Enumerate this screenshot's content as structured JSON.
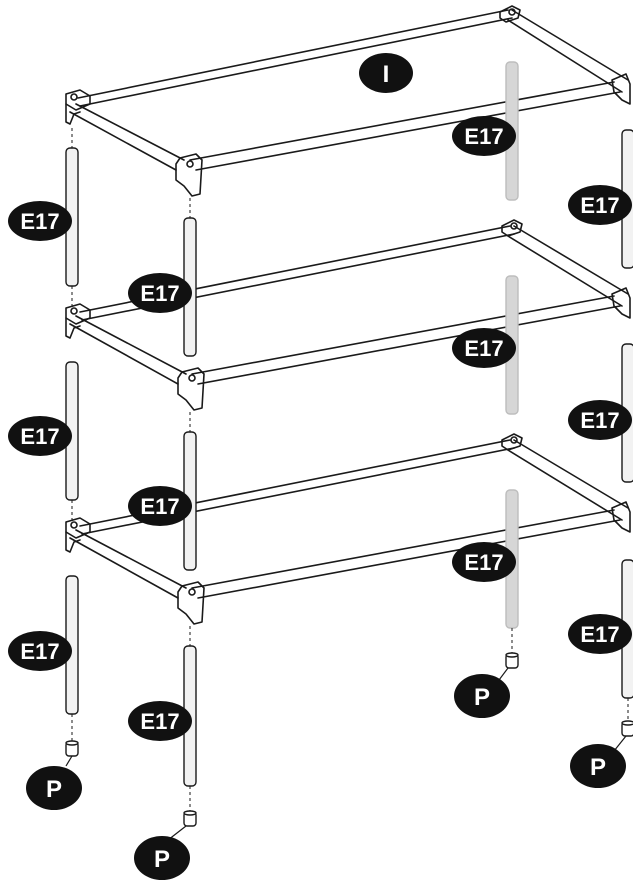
{
  "labels": {
    "frame_top": "I",
    "pole": "E17",
    "foot": "P"
  },
  "colors": {
    "line": "#1a1a1a",
    "badge": "#111111",
    "badge_text": "#ffffff",
    "pole_back": "#d6d6d6",
    "pole_front": "#f2f2f2"
  }
}
